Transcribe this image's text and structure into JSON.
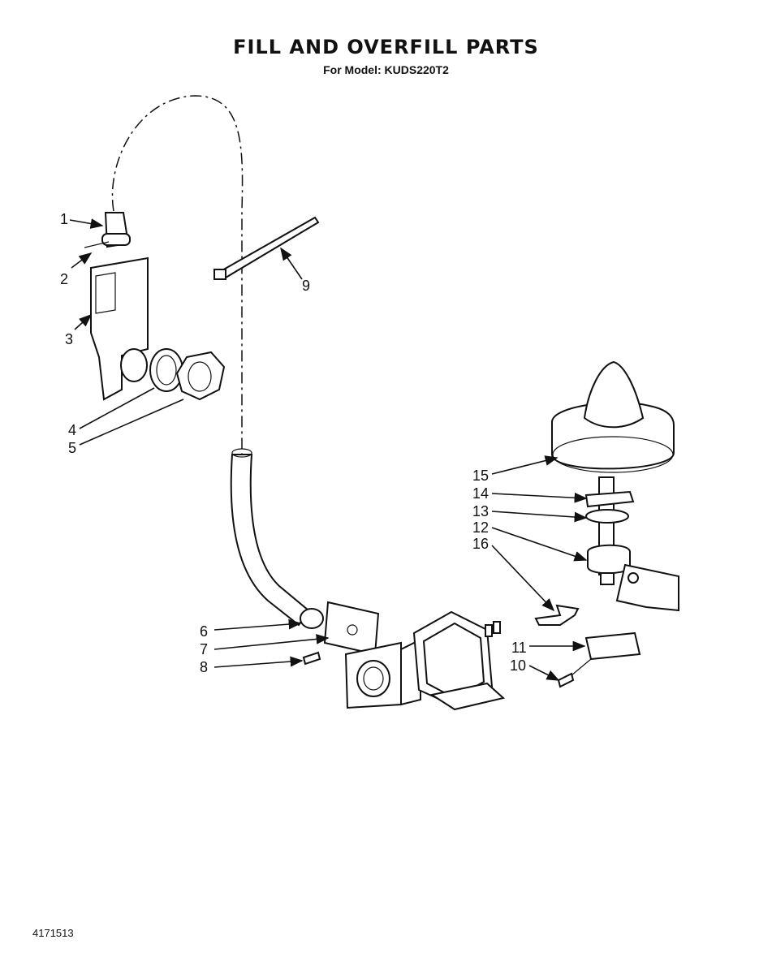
{
  "header": {
    "title": "FILL AND OVERFILL PARTS",
    "subtitle": "For Model: KUDS220T2"
  },
  "footer": {
    "doc_number": "4171513"
  },
  "callouts": [
    "1",
    "2",
    "3",
    "4",
    "5",
    "6",
    "7",
    "8",
    "9",
    "10",
    "11",
    "12",
    "13",
    "14",
    "15",
    "16"
  ]
}
